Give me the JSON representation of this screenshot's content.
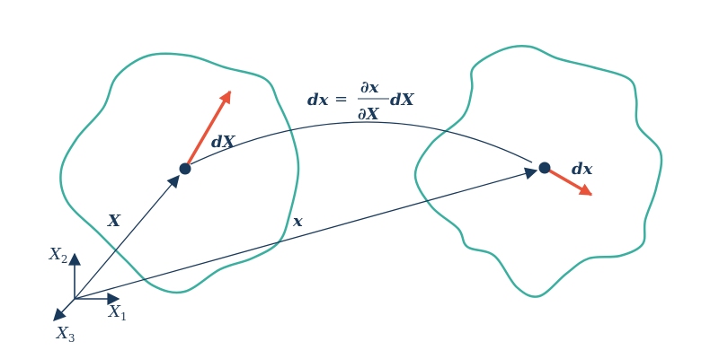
{
  "labels": {
    "formula_lhs": "dx",
    "formula_eq": "=",
    "formula_num": "∂x",
    "formula_den": "∂X",
    "formula_rhs": "dX",
    "material_vector": "dX",
    "spatial_vector": "dx",
    "material_position": "X",
    "spatial_position": "x"
  },
  "axes": {
    "x1": {
      "base": "X",
      "sub": "1"
    },
    "x2": {
      "base": "X",
      "sub": "2"
    },
    "x3": {
      "base": "X",
      "sub": "3"
    }
  },
  "colors": {
    "ink": "#1a3a5c",
    "body": "#3aaf9f",
    "vector": "#e8533a"
  }
}
